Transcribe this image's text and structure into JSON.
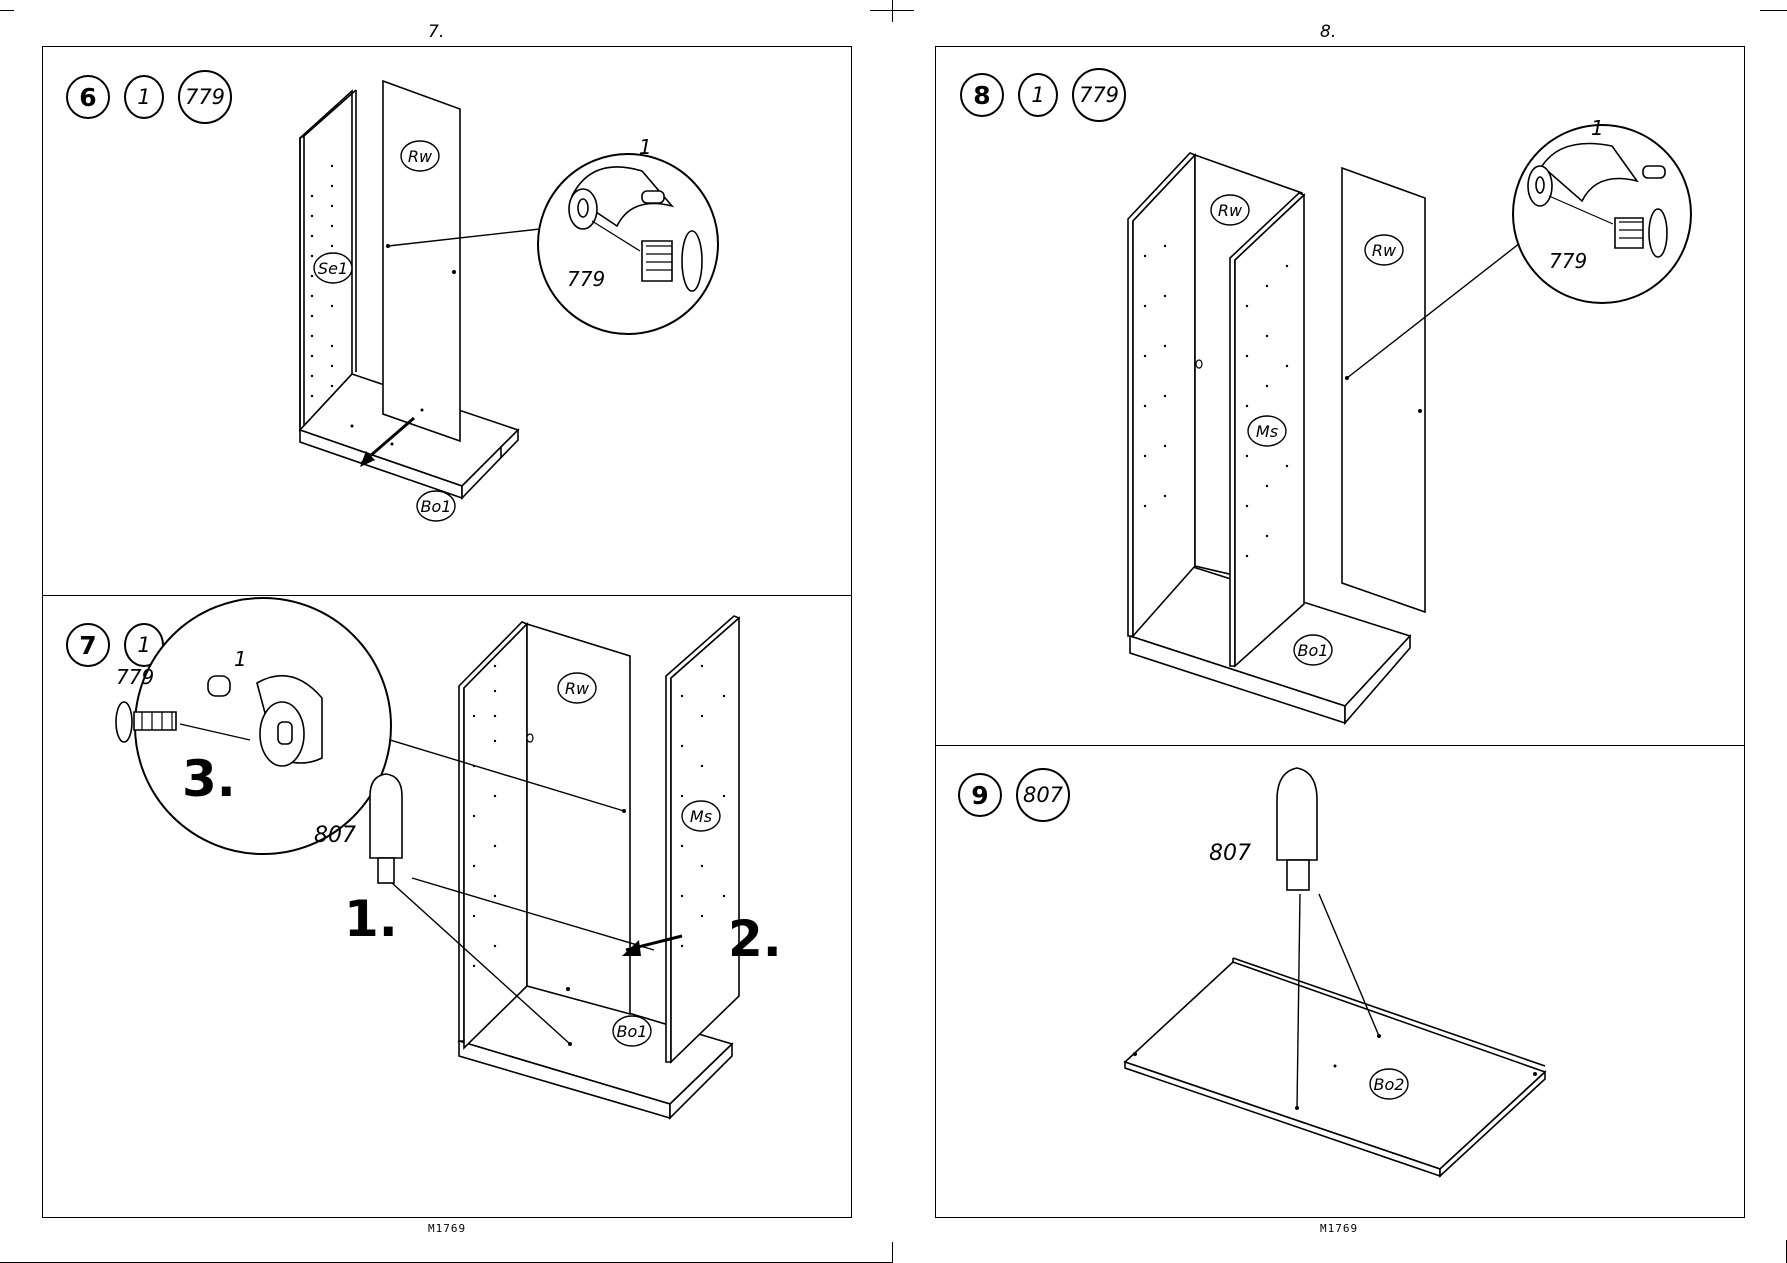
{
  "pages": {
    "left_num": "7.",
    "right_num": "8.",
    "left_footer": "M1769",
    "right_footer": "M1769"
  },
  "steps": [
    {
      "number": "6",
      "parts": [
        "1",
        "779"
      ]
    },
    {
      "number": "7",
      "parts": [
        "1",
        "779",
        "807"
      ]
    },
    {
      "number": "8",
      "parts": [
        "1",
        "779"
      ]
    },
    {
      "number": "9",
      "parts": [
        "807"
      ]
    }
  ],
  "labels": {
    "se1": "Se1",
    "rw": "Rw",
    "bo1": "Bo1",
    "ms": "Ms",
    "bo2": "Bo2",
    "part_1": "1",
    "part_779": "779",
    "part_807": "807",
    "seq_1": "1.",
    "seq_2": "2.",
    "seq_3": "3."
  }
}
